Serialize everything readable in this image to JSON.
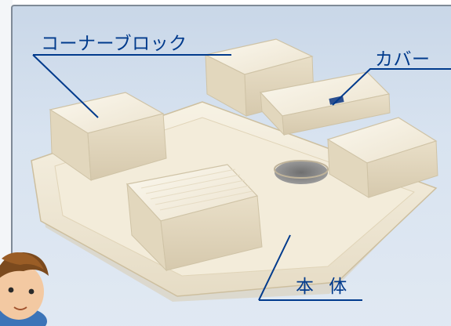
{
  "labels": {
    "corner_block": "コーナーブロック",
    "cover": "カバー",
    "body": "本 体"
  },
  "colors": {
    "label_text": "#003a8c",
    "callout_line": "#003a8c",
    "background": "#d6e1ee",
    "frame_border": "#7f8a97"
  },
  "icons": {
    "character": "boy-character-icon"
  }
}
